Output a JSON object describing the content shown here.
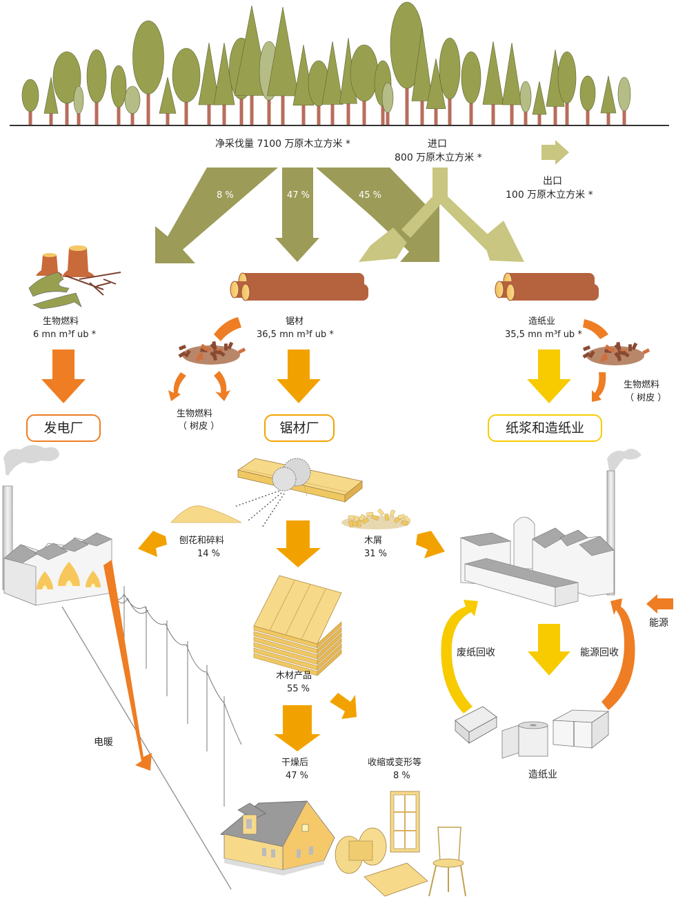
{
  "colors": {
    "harvest_olive": "#9c9b58",
    "import_khaki": "#c8c680",
    "biofuel_orange": "#ee7d23",
    "sawmill_amber": "#f2a200",
    "paper_yellow": "#f7cb00",
    "tree_green": "#98a04f",
    "tree_light": "#b5bc85",
    "trunk": "#b86d5c",
    "log_brown": "#b5623f",
    "wood_light": "#f5d98a",
    "factory_gray": "#a8a8a8"
  },
  "top": {
    "harvest_label": "净采伐量 7100 万原木立方米 *",
    "import_title": "进口",
    "import_value": "800 万原木立方米 *",
    "export_title": "出口",
    "export_value": "100 万原木立方米 *"
  },
  "harvest_split": [
    {
      "label": "8 %",
      "target": "生物燃料"
    },
    {
      "label": "47 %",
      "target": "锯材"
    },
    {
      "label": "45 %",
      "target": "造纸业"
    }
  ],
  "streams": {
    "biofuel": {
      "title": "生物燃料",
      "value": "6 mn m³f ub *"
    },
    "sawlogs": {
      "title": "锯材",
      "value": "36,5 mn m³f ub *"
    },
    "pulpwood": {
      "title": "造纸业",
      "value": "35,5 mn m³f ub *"
    }
  },
  "bark_left": {
    "line1": "生物燃料",
    "line2": "（ 树皮 ）"
  },
  "bark_right": {
    "line1": "生物燃料",
    "line2": "（ 树皮 ）"
  },
  "destinations": {
    "power_plant": "发电厂",
    "sawmill": "锯材厂",
    "pulp_paper": "纸浆和造纸业"
  },
  "sawmill_outputs": {
    "shavings": {
      "title": "刨花和碎料",
      "value": "14 %"
    },
    "chips": {
      "title": "木屑",
      "value": "31 %"
    },
    "products": {
      "title": "木材产品",
      "value": "55 %"
    },
    "dried": {
      "title": "干燥后",
      "value": "47 %"
    },
    "shrinkage": {
      "title": "收缩或变形等",
      "value": "8 %"
    }
  },
  "paper_cycle": {
    "recycling": "废纸回收",
    "energy_recovery": "能源回收",
    "energy": "能源",
    "paper_industry": "造纸业"
  },
  "electric_heating": "电暖"
}
